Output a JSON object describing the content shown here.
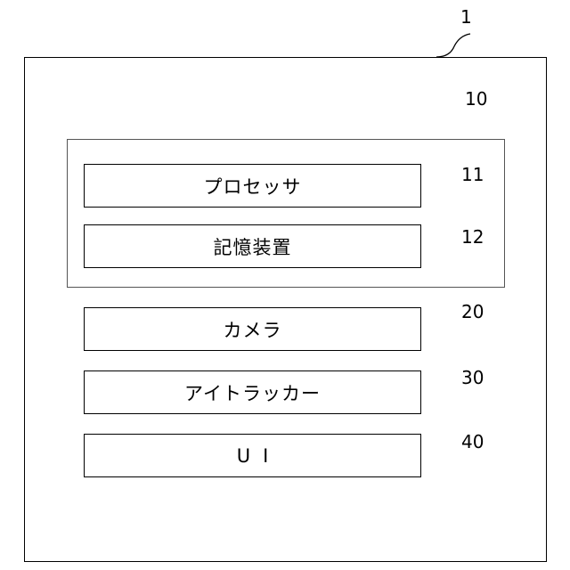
{
  "diagram": {
    "device": {
      "ref": "1"
    },
    "subsystem": {
      "ref": "10"
    },
    "components": [
      {
        "ref": "11",
        "label": "プロセッサ"
      },
      {
        "ref": "12",
        "label": "記憶装置"
      },
      {
        "ref": "20",
        "label": "カメラ"
      },
      {
        "ref": "30",
        "label": "アイトラッカー"
      },
      {
        "ref": "40",
        "label": "UI"
      }
    ]
  }
}
